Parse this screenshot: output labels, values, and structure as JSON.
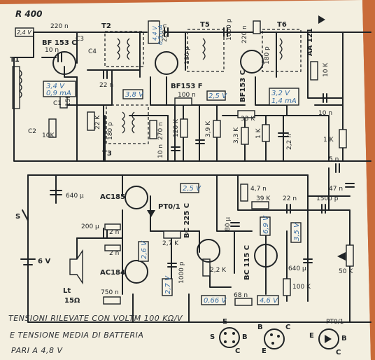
{
  "title": "R 400",
  "supply_tag": "2,4 V",
  "transistors": {
    "t1": "BF 153 C",
    "t2": "BF153 F",
    "t3": "BF153 C",
    "ac185": "AC185",
    "ac184": "AC184",
    "bc225": "BC 225 C",
    "bc115": "BC 115 C"
  },
  "transformers": [
    "T1",
    "T2",
    "T3",
    "T5",
    "T6"
  ],
  "diode_aa": "AA 121",
  "pto": "PT0/1",
  "switch_label": "S",
  "battery": "6 V",
  "speaker": "Lt",
  "speaker_imp": "15Ω",
  "components": {
    "c_220_1": "220 n",
    "c_10n_top": "10 n",
    "c_10n_bl": "10 n",
    "c_22n": "22 n",
    "c_100n": "100 n",
    "c_1000p": "1000 p",
    "r_220_t2": "220 n",
    "r_220_t3": "220 n",
    "c_180p_a": "180 p",
    "c_180p_b": "180 p",
    "c_180p_c": "180 p",
    "r_15k": "15K",
    "r_22k": "22 K",
    "r_10k": "10K",
    "r_270": "270 n",
    "r_120k": "120 K",
    "r_3_9k": "3,9 K",
    "r_33k": "33 K",
    "r_1k": "1 K",
    "r_3_3k": "3,3 K",
    "c_2_2n": "2,2 n",
    "r_10k_aa": "10 K",
    "r_1k_right": "1 K",
    "c_5n": "5 n",
    "c_47n": "47 n",
    "c_640u_a": "640 μ",
    "c_640u_b": "640 μ",
    "c_200u": "200 μ",
    "r_2n_a": "2 n",
    "r_2n_b": "2 n",
    "r_2_7k": "2,7 K",
    "c_1000p_b": "1000 p",
    "r_2_2k": "2,2 K",
    "r_750": "750 n",
    "r_4_7": "4,7 n",
    "r_39k": "39 K",
    "c_22n_b": "22 n",
    "c_1500p": "1500 p",
    "c_80u": "80 μ",
    "r_100k": "100 K",
    "r_68": "68 n",
    "pot_50k": "50 K",
    "c_c1": "C1",
    "c_c2": "C2",
    "c_c3": "C3",
    "c_c4": "C4"
  },
  "voltage_tags": {
    "v_34": "3,4 V",
    "i_09": "0,9 mA",
    "v_44": "4,4 V",
    "i_05": "0,5 mA",
    "v_38": "3,8 V",
    "v_25a": "2,5 V",
    "v_32": "3,2 V",
    "i_14": "1,4 mA",
    "v_25b": "2,5 V",
    "v_26": "2,6 V",
    "v_27": "2,7 V",
    "v_69": "6,9 V",
    "v_35": "3,5 V",
    "v_066": "0,66 V",
    "v_46": "4,6 V"
  },
  "footer": {
    "line1": "TENSIONI RILEVATE CON VOLTM 100 KΩ/V",
    "line2": "E TENSIONE MEDIA DI BATTERIA",
    "line3": "PARI A 4,8 V"
  },
  "pinouts": [
    {
      "name": "pinout-1",
      "pins": [
        "E",
        "B",
        "C",
        "S"
      ]
    },
    {
      "name": "pinout-2",
      "pins": [
        "B",
        "C",
        "E"
      ]
    },
    {
      "name": "pinout-3",
      "pins": [
        "PT0/1",
        "B",
        "C",
        "E"
      ]
    }
  ]
}
